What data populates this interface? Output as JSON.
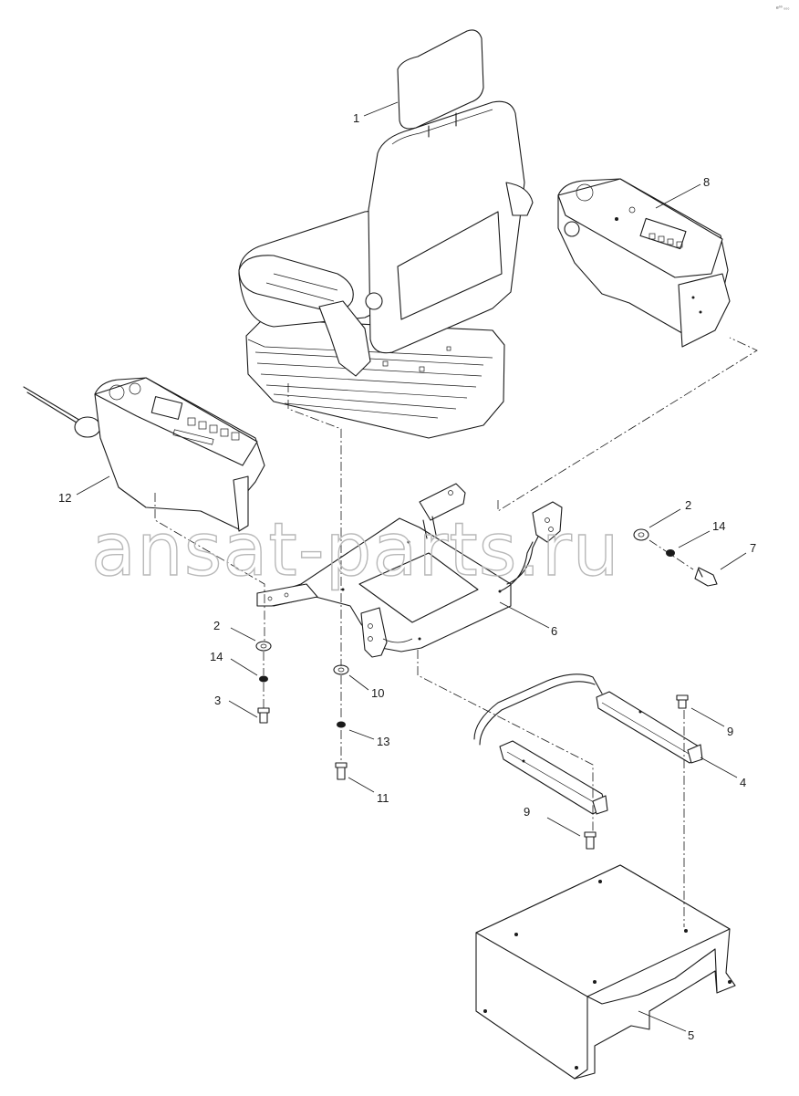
{
  "corner_mark": "e⁰⁰ ₀₀₀",
  "watermark": "ansat-parts.ru",
  "callouts": [
    {
      "id": "c1",
      "text": "1"
    },
    {
      "id": "c2a",
      "text": "2"
    },
    {
      "id": "c2b",
      "text": "2"
    },
    {
      "id": "c3",
      "text": "3"
    },
    {
      "id": "c4",
      "text": "4"
    },
    {
      "id": "c5",
      "text": "5"
    },
    {
      "id": "c6",
      "text": "6"
    },
    {
      "id": "c7",
      "text": "7"
    },
    {
      "id": "c8",
      "text": "8"
    },
    {
      "id": "c9a",
      "text": "9"
    },
    {
      "id": "c9b",
      "text": "9"
    },
    {
      "id": "c10",
      "text": "10"
    },
    {
      "id": "c11",
      "text": "11"
    },
    {
      "id": "c12",
      "text": "12"
    },
    {
      "id": "c13",
      "text": "13"
    },
    {
      "id": "c14a",
      "text": "14"
    },
    {
      "id": "c14b",
      "text": "14"
    }
  ]
}
